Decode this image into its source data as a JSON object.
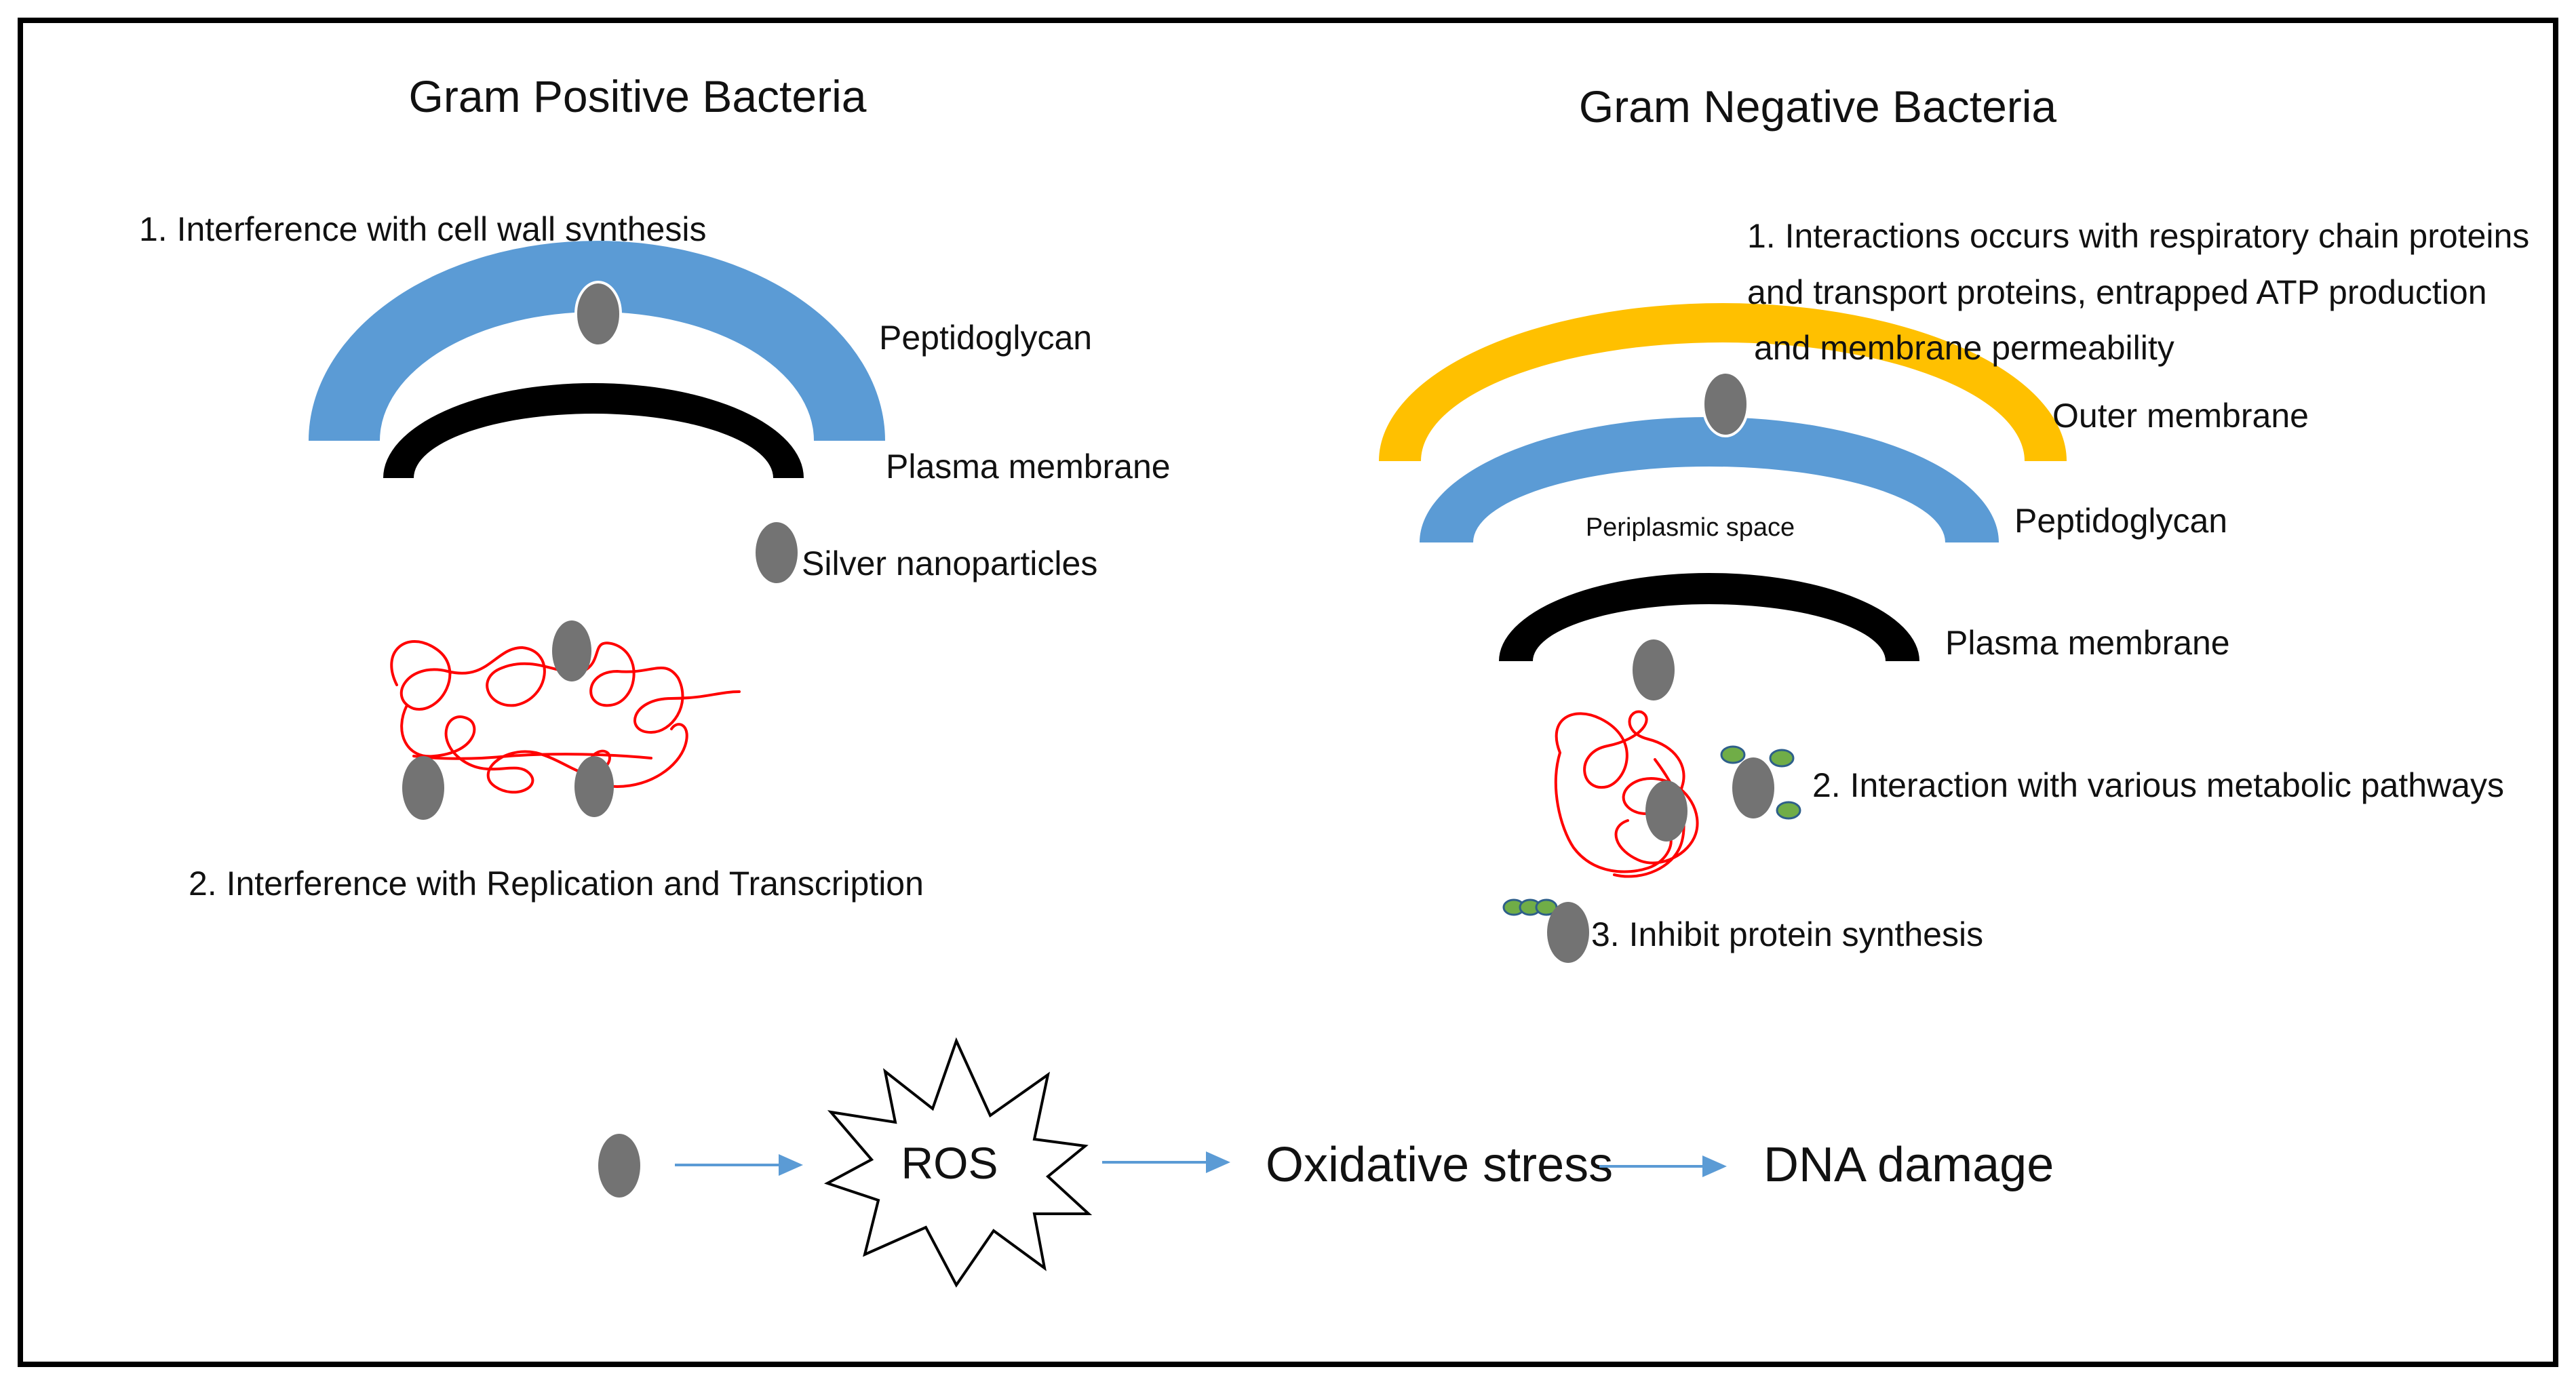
{
  "gram_positive": {
    "title": "Gram Positive Bacteria",
    "mechanism_1": "1. Interference with cell wall synthesis",
    "peptidoglycan_label": "Peptidoglycan",
    "plasma_membrane_label": "Plasma membrane",
    "nanoparticle_legend": "Silver nanoparticles",
    "mechanism_2": "2. Interference with Replication and Transcription"
  },
  "gram_negative": {
    "title": "Gram Negative Bacteria",
    "mechanism_1_line1": "1. Interactions occurs with respiratory chain proteins",
    "mechanism_1_line2": "and transport proteins, entrapped ATP production",
    "mechanism_1_line3": "and membrane permeability",
    "outer_membrane_label": "Outer membrane",
    "periplasmic_label": "Periplasmic space",
    "peptidoglycan_label": "Peptidoglycan",
    "plasma_membrane_label": "Plasma membrane",
    "mechanism_2": "2. Interaction with various metabolic pathways",
    "mechanism_3": "3. Inhibit protein synthesis"
  },
  "pathway": {
    "ros": "ROS",
    "oxidative_stress": "Oxidative stress",
    "dna_damage": "DNA damage"
  },
  "colors": {
    "peptidoglycan": "#5b9bd5",
    "outer_membrane": "#ffc000",
    "plasma_membrane": "#000000",
    "nanoparticle": "#737373",
    "dna": "#ff0000",
    "ribosome": "#70ad47",
    "arrow": "#5b9bd5"
  }
}
